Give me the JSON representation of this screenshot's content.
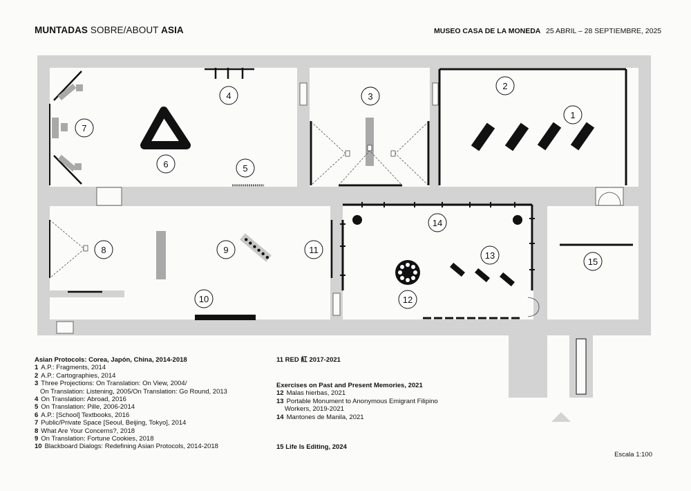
{
  "header": {
    "artist": "MUNTADAS",
    "mid": " SOBRE/ABOUT ",
    "place": "ASIA",
    "museum": "MUSEO CASA DE LA MONEDA",
    "dates": "25 ABRIL – 28 SEPTIEMBRE, 2025"
  },
  "plan": {
    "labels": [
      "1",
      "2",
      "3",
      "4",
      "5",
      "6",
      "7",
      "8",
      "9",
      "10",
      "11",
      "12",
      "13",
      "14",
      "15"
    ],
    "colors": {
      "wall": "#d3d3d3",
      "ink": "#111111",
      "panel": "#a9a9a9"
    }
  },
  "legend": {
    "group1_title": "Asian Protocols: Corea, Japón, China, 2014-2018",
    "items1": [
      {
        "n": "1",
        "t": "A.P.: Fragments, 2014"
      },
      {
        "n": "2",
        "t": "A.P.: Cartographies, 2014"
      },
      {
        "n": "3",
        "t": "Three Projections: On Translation: On View, 2004/",
        "t2": "On Translation: Listening, 2005/On Translation: Go Round, 2013"
      },
      {
        "n": "4",
        "t": "On Translation: Abroad, 2016"
      },
      {
        "n": "5",
        "t": "On Translation: Pille, 2006-2014"
      },
      {
        "n": "6",
        "t": "A.P.: [School] Textbooks, 2016"
      },
      {
        "n": "7",
        "t": "Public/Private Space [Seoul, Beijing, Tokyo], 2014"
      },
      {
        "n": "8",
        "t": "What Are Your Concerns?, 2018"
      },
      {
        "n": "9",
        "t": "On Translation: Fortune Cookies, 2018"
      },
      {
        "n": "10",
        "t": "Blackboard Dialogs: Redefining Asian Protocols, 2014-2018"
      }
    ],
    "item11": "11 RED 紅 2017-2021",
    "group2_title": "Exercises on Past and Present Memories, 2021",
    "items2": [
      {
        "n": "12",
        "t": "Malas hierbas, 2021"
      },
      {
        "n": "13",
        "t": "Portable Monument to Anonymous Emigrant Filipino",
        "t2": "Workers, 2019-2021"
      },
      {
        "n": "14",
        "t": "Mantones de Manila, 2021"
      }
    ],
    "item15": "15 Life Is Editing, 2024",
    "scale": "Escala 1:100"
  }
}
